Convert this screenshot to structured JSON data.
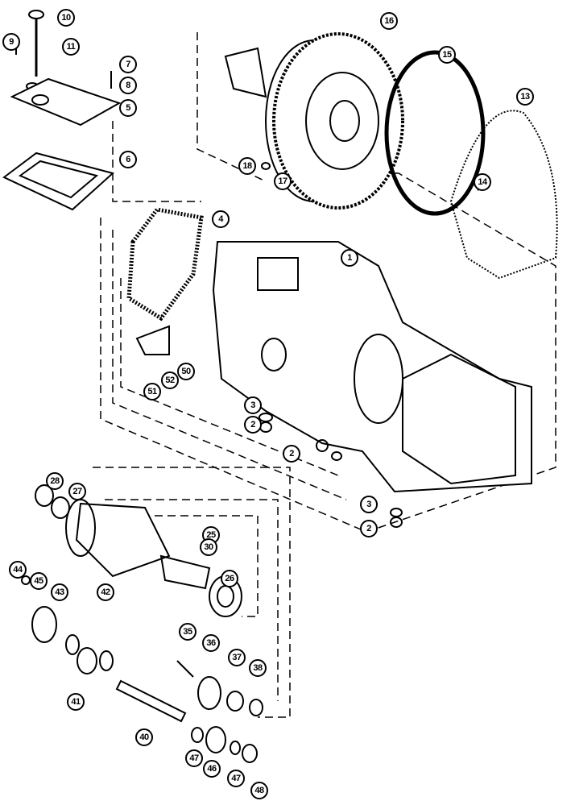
{
  "callouts": [
    "10",
    "9",
    "11",
    "7",
    "8",
    "5",
    "6",
    "16",
    "15",
    "13",
    "14",
    "18",
    "17",
    "4",
    "1",
    "50",
    "52",
    "51",
    "3",
    "2",
    "2",
    "3",
    "2",
    "28",
    "27",
    "25",
    "30",
    "26",
    "44",
    "45",
    "43",
    "42",
    "35",
    "36",
    "37",
    "38",
    "41",
    "40",
    "47",
    "46",
    "47",
    "48"
  ],
  "colors": {
    "line": "#000000",
    "background": "#ffffff"
  }
}
